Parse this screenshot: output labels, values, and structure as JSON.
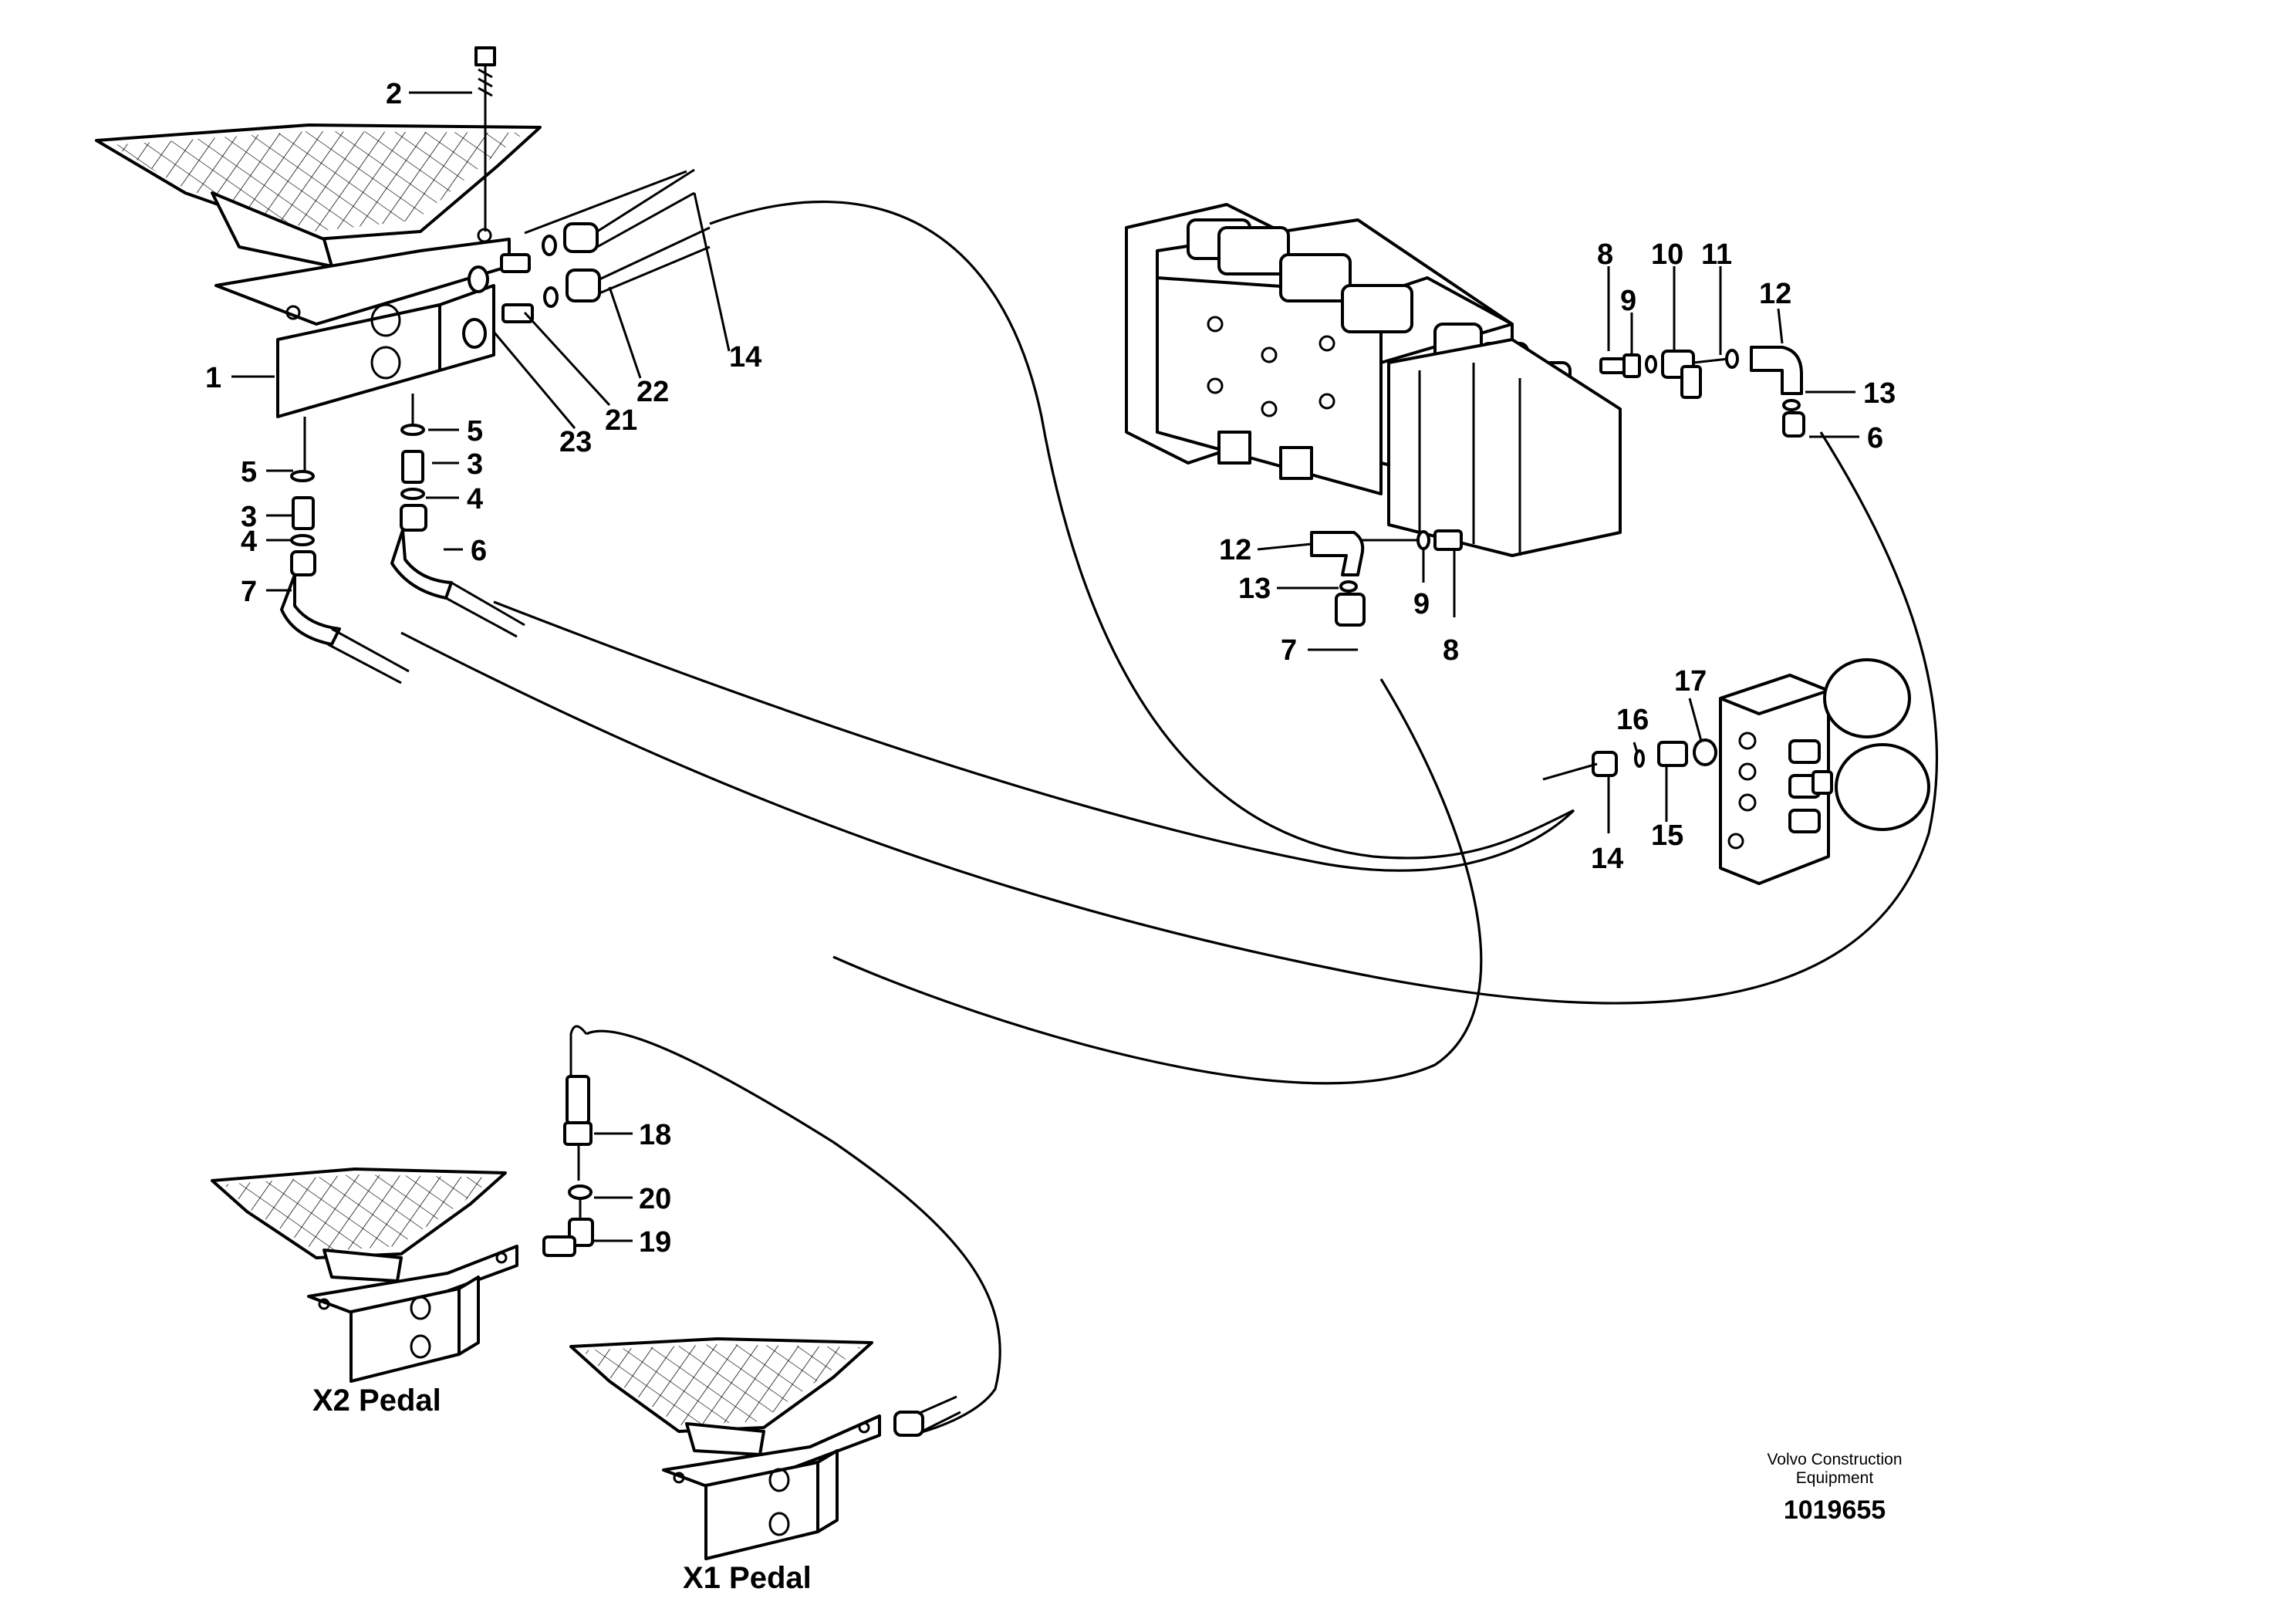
{
  "diagram": {
    "callouts": [
      "1",
      "2",
      "3",
      "4",
      "5",
      "6",
      "7",
      "8",
      "9",
      "10",
      "11",
      "12",
      "13",
      "14",
      "15",
      "16",
      "17",
      "18",
      "19",
      "20",
      "21",
      "22",
      "23"
    ],
    "pedal_labels": {
      "x2": "X2 Pedal",
      "x1": "X1 Pedal"
    },
    "publisher": {
      "line1": "Volvo Construction",
      "line2": "Equipment"
    },
    "illustration_number": "1019655"
  }
}
